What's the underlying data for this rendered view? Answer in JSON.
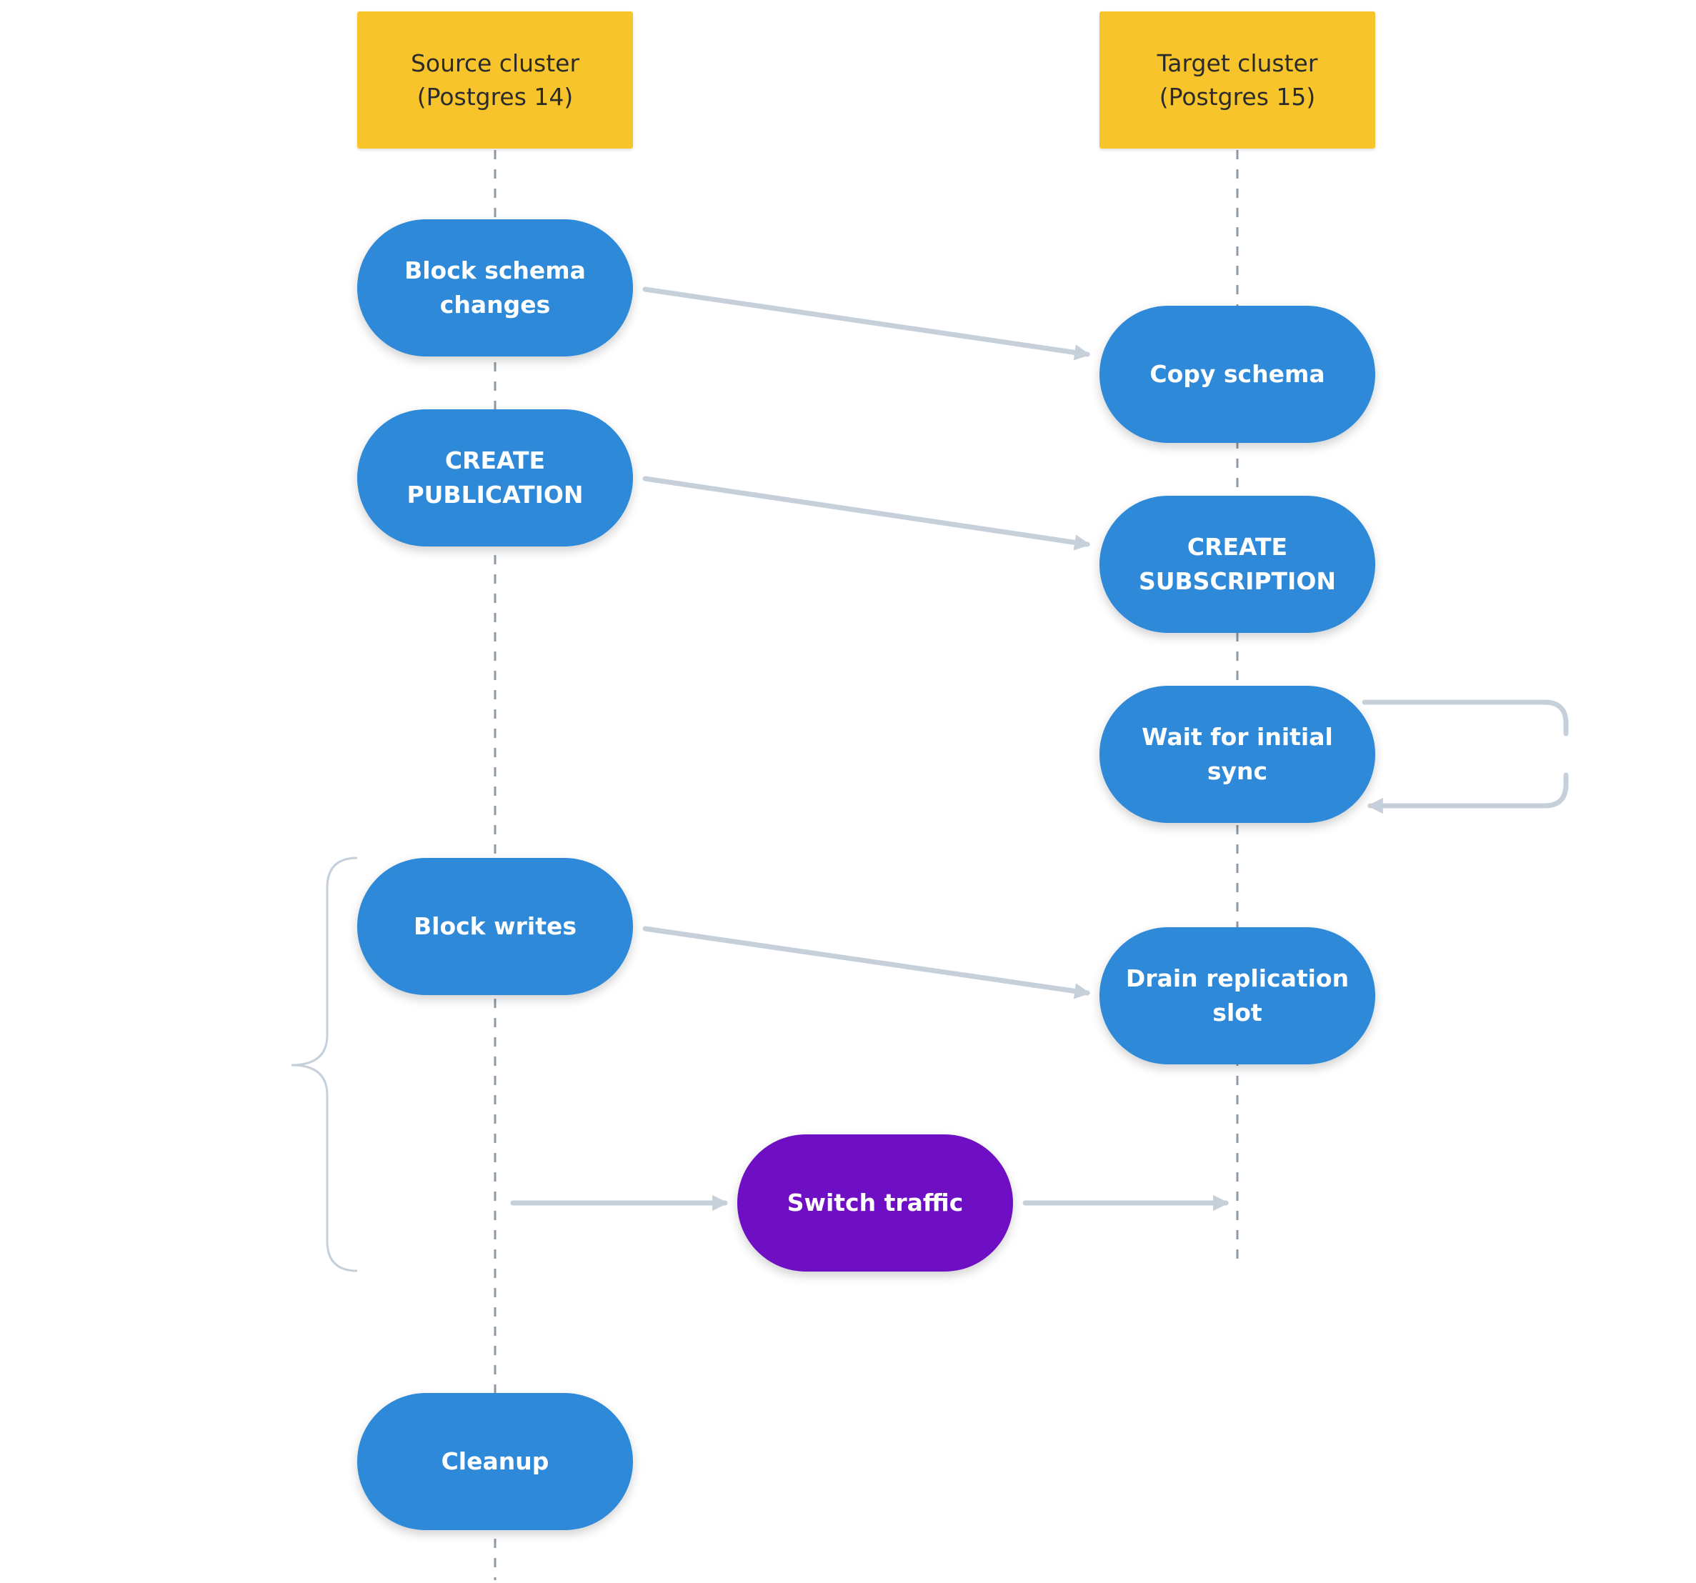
{
  "lanes": {
    "source": "Source cluster\n(Postgres 14)",
    "target": "Target cluster\n(Postgres 15)"
  },
  "steps": {
    "block_schema": "Block schema\nchanges",
    "copy_schema": "Copy schema",
    "create_publication": "CREATE\nPUBLICATION",
    "create_subscription": "CREATE\nSUBSCRIPTION",
    "wait_sync": "Wait for initial sync",
    "block_writes": "Block writes",
    "drain_slot": "Drain replication slot",
    "switch_traffic": "Switch traffic",
    "cleanup": "Cleanup"
  },
  "colors": {
    "lane_header": "#f7c52b",
    "step": "#2e89d9",
    "highlight_step": "#6f0fc4",
    "connector": "#c5d0da",
    "lifeline": "#8e9aa6"
  }
}
